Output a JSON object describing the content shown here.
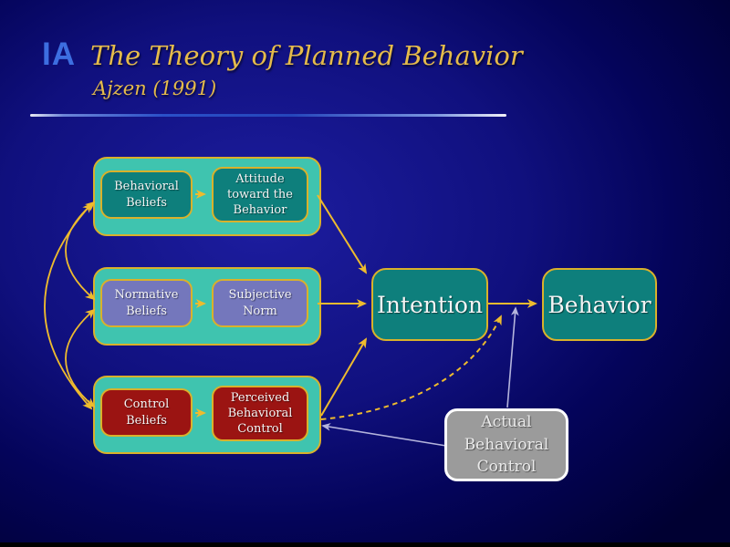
{
  "slide": {
    "logo_text": "IA",
    "title": "The Theory of Planned Behavior",
    "subtitle": "Ajzen (1991)"
  },
  "diagram": {
    "groups": [
      {
        "name": "behavioral-beliefs-group",
        "source": {
          "label": "Behavioral Beliefs"
        },
        "outcome": {
          "label": "Attitude toward the Behavior"
        }
      },
      {
        "name": "normative-beliefs-group",
        "source": {
          "label": "Normative Beliefs"
        },
        "outcome": {
          "label": "Subjective Norm"
        }
      },
      {
        "name": "control-beliefs-group",
        "source": {
          "label": "Control Beliefs"
        },
        "outcome": {
          "label": "Perceived Behavioral Control"
        }
      }
    ],
    "nodes": {
      "intention": {
        "label": "Intention"
      },
      "behavior": {
        "label": "Behavior"
      },
      "actual_control": {
        "label": "Actual Behavioral Control"
      }
    }
  },
  "colors": {
    "background_center": "#1d1da0",
    "background_edge": "#000032",
    "title_gold": "#e5bb4b",
    "logo_blue": "#3d6ee0",
    "arrow_gold": "#eebb2e",
    "border_gold": "#d9b12b",
    "container_teal": "#3fc4af",
    "node_teal": "#0e7f7c",
    "node_purple": "#7477bc",
    "node_red": "#9b1412",
    "node_gray": "#9b9b9b",
    "arrow_lavender": "#b4b4dc"
  }
}
